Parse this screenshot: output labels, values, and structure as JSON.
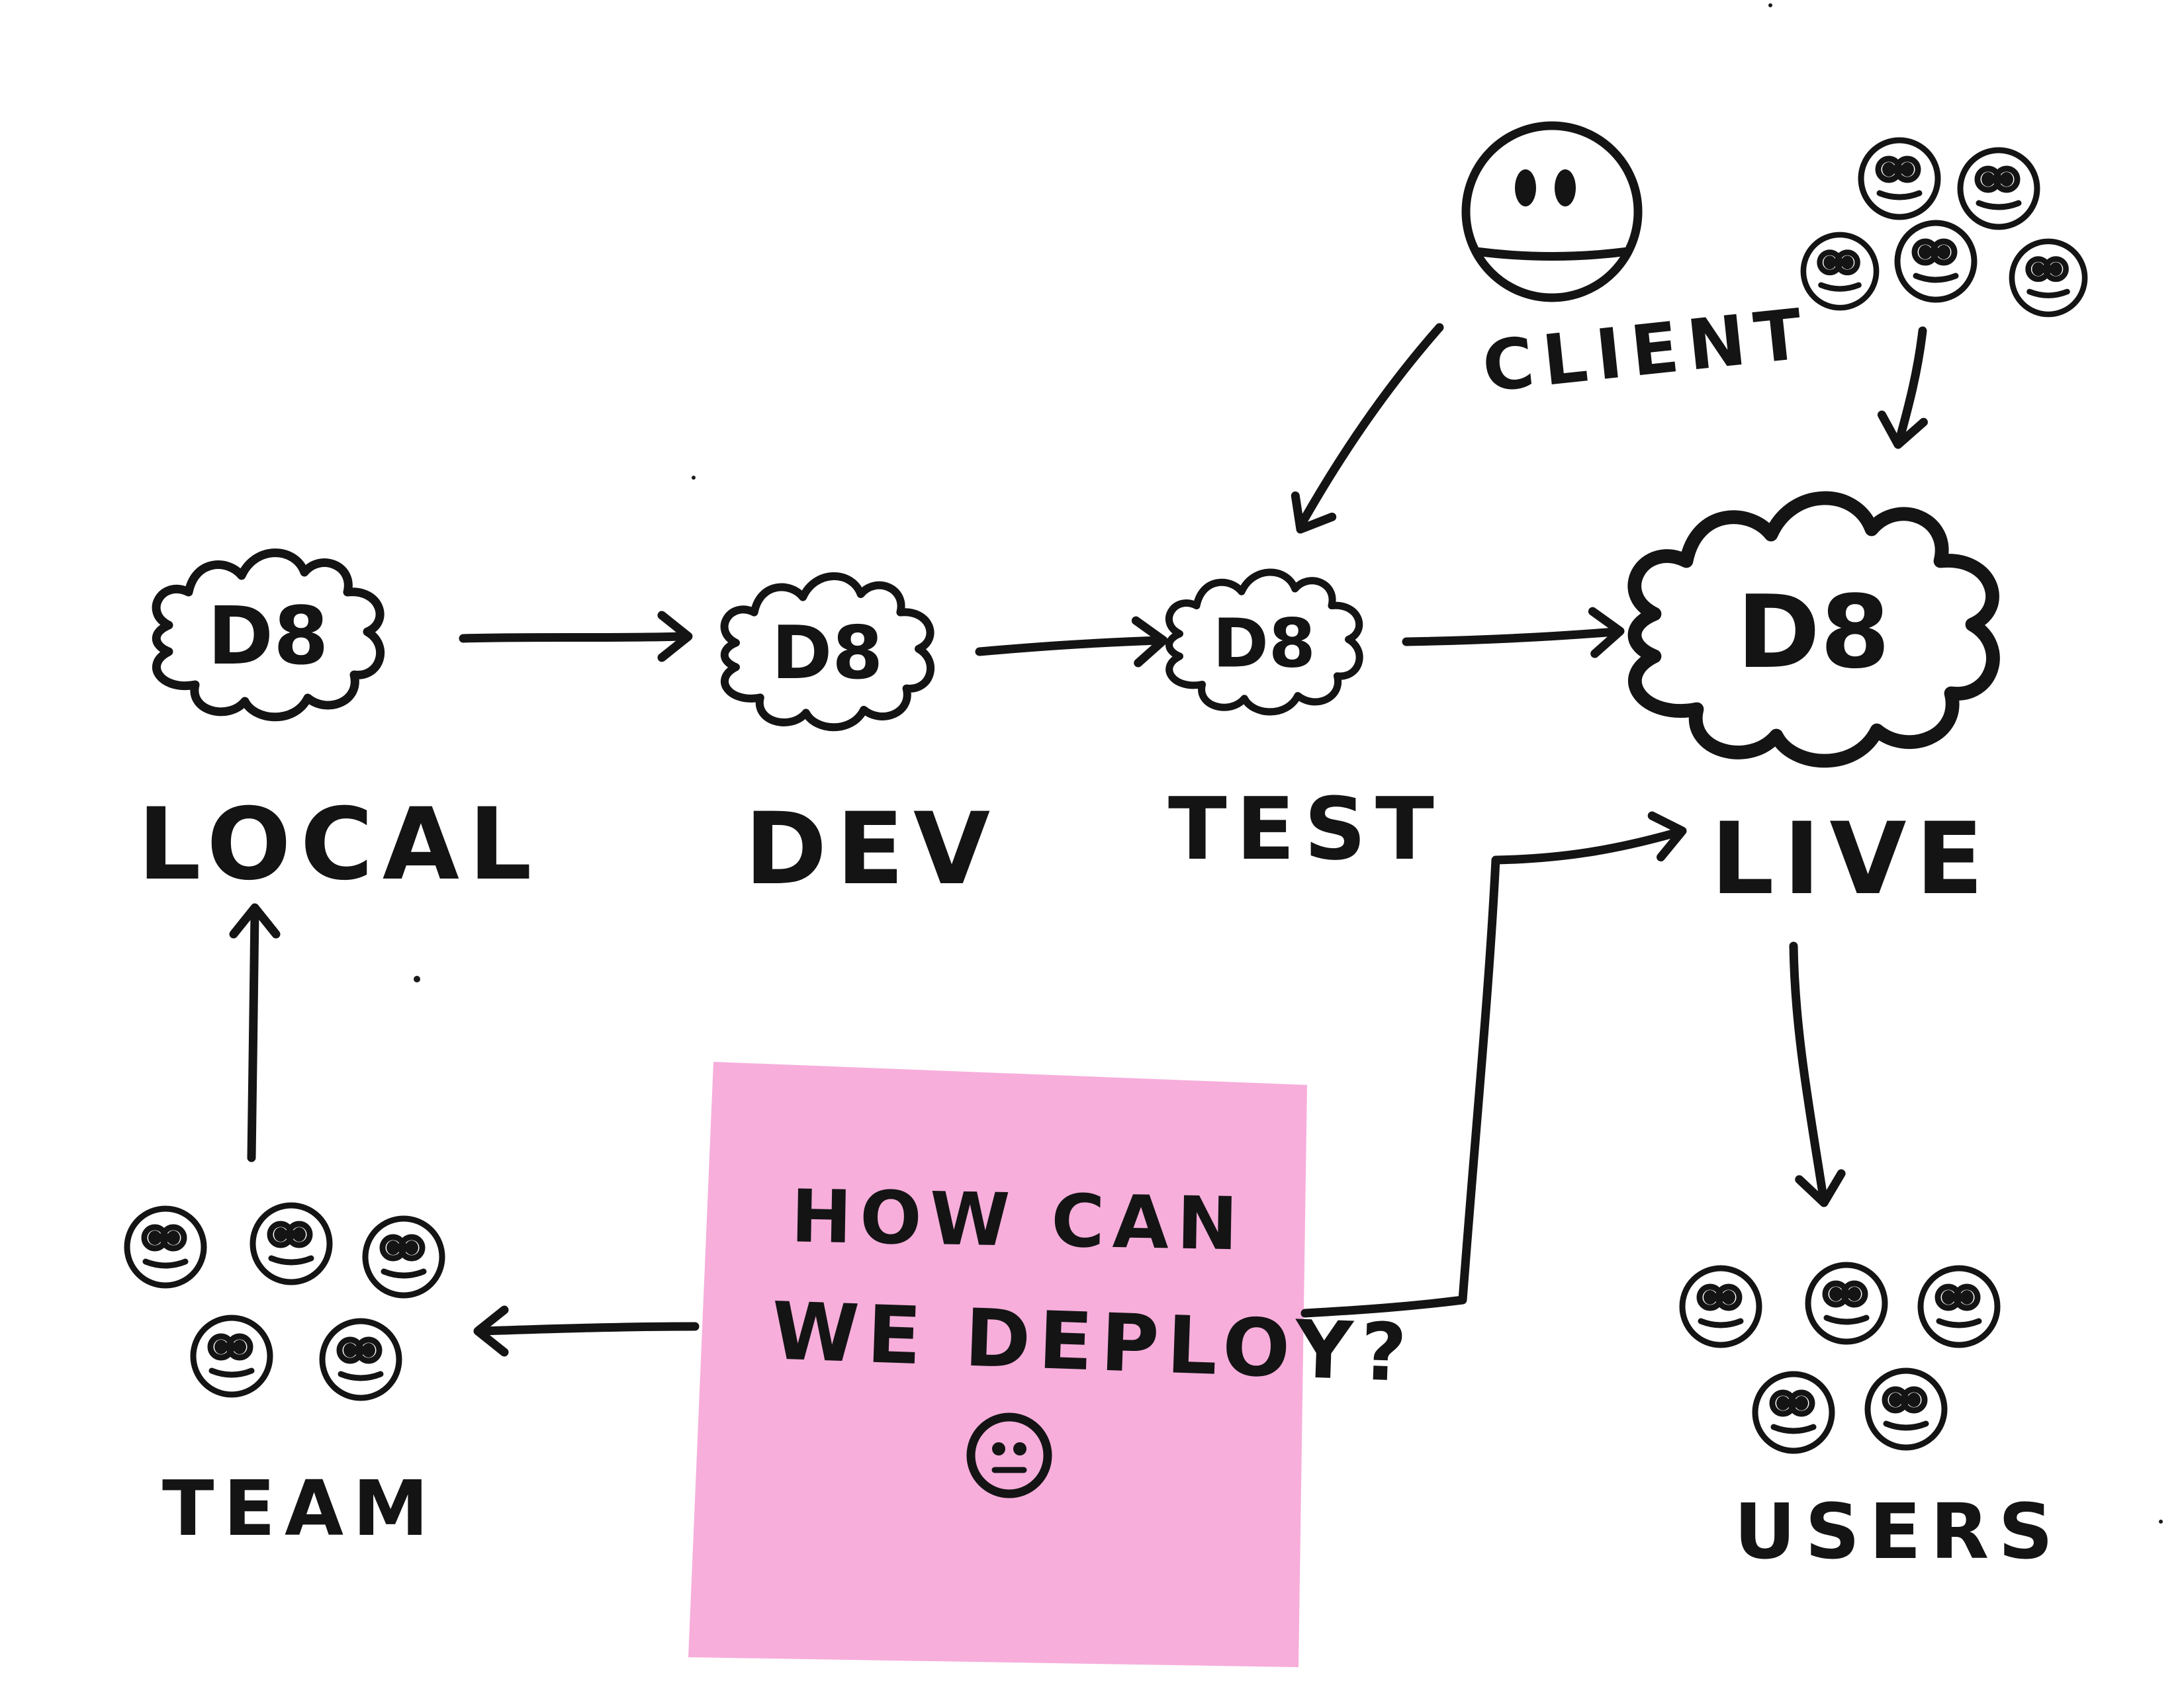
{
  "diagram": {
    "nodes": {
      "local": {
        "cloud_text": "D8",
        "label": "LOCAL"
      },
      "dev": {
        "cloud_text": "D8",
        "label": "DEV"
      },
      "test": {
        "cloud_text": "D8",
        "label": "TEST"
      },
      "live": {
        "cloud_text": "D8",
        "label": "LIVE"
      }
    },
    "actors": {
      "client": {
        "label": "CLIENT"
      },
      "team": {
        "label": "TEAM"
      },
      "users": {
        "label": "USERS"
      }
    },
    "sticky_note": {
      "line1": "HOW CAN",
      "line2": "WE DEPLOY?"
    },
    "colors": {
      "ink": "#141414",
      "sticky_note": "#f7aedb",
      "background": "#ffffff"
    }
  }
}
